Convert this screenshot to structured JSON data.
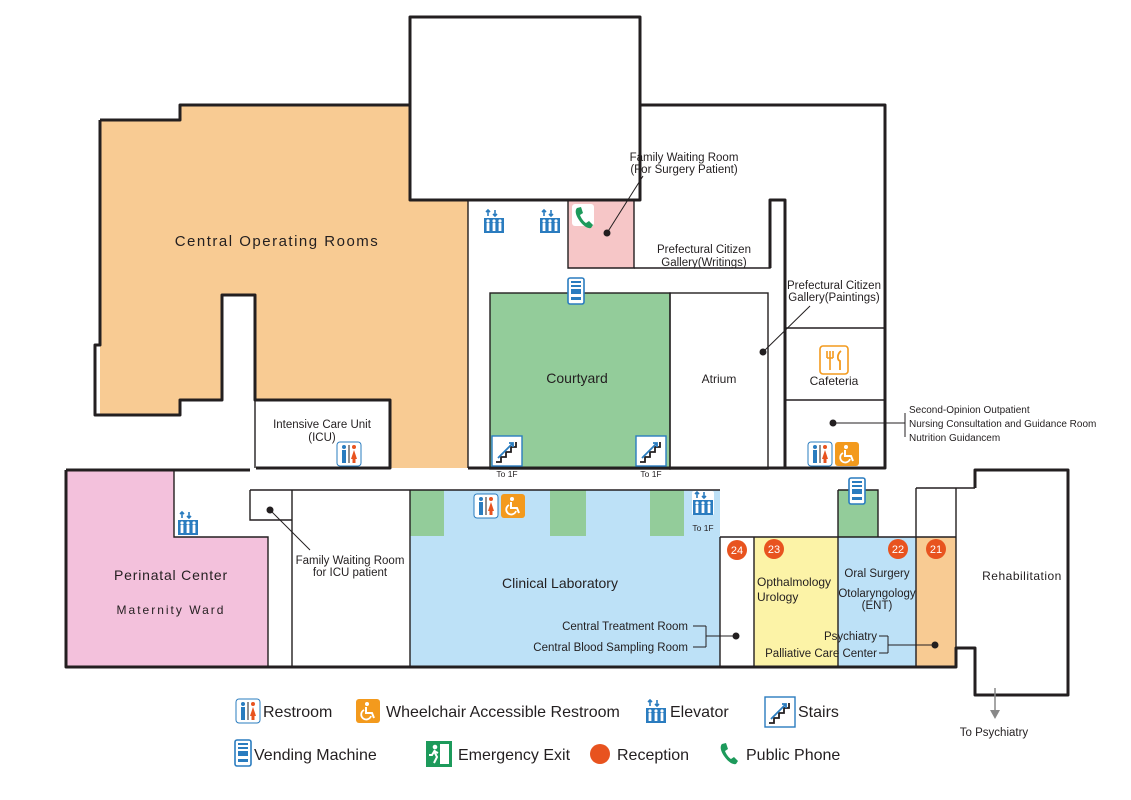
{
  "map": {
    "rooms": {
      "central_operating_rooms": "Central Operating Rooms",
      "family_waiting_surgery_line1": "Family Waiting Room",
      "family_waiting_surgery_line2": "(For Surgery Patient)",
      "gallery_writings_line1": "Prefectural Citizen",
      "gallery_writings_line2": "Gallery(Writings)",
      "gallery_paintings_line1": "Prefectural Citizen",
      "gallery_paintings_line2": "Gallery(Paintings)",
      "courtyard": "Courtyard",
      "atrium": "Atrium",
      "cafeteria": "Cafeteria",
      "second_opinion": "Second-Opinion Outpatient",
      "nursing_consultation": "Nursing Consultation and Guidance Room",
      "nutrition_guidance": "Nutrition Guidancem",
      "icu_line1": "Intensive Care Unit",
      "icu_line2": "(ICU)",
      "perinatal_center": "Perinatal Center",
      "maternity_ward": "Maternity Ward",
      "family_waiting_icu_line1": "Family Waiting Room",
      "family_waiting_icu_line2": "for ICU patient",
      "clinical_laboratory": "Clinical Laboratory",
      "central_treatment_room": "Central Treatment Room",
      "central_blood_sampling": "Central Blood Sampling Room",
      "opthalmology": "Opthalmology",
      "urology": "Urology",
      "oral_surgery": "Oral Surgery",
      "otolaryngology": "Otolaryngology",
      "ent": "(ENT)",
      "psychiatry": "Psychiatry",
      "palliative_care": "Palliative Care Center",
      "rehabilitation": "Rehabilitation",
      "to_psychiatry": "To Psychiatry"
    },
    "stairs_labels": [
      "To 1F",
      "To 1F"
    ],
    "elevator_label": "To 1F",
    "reception_numbers": [
      "24",
      "23",
      "22",
      "21"
    ],
    "colors": {
      "operating": "#f8cb93",
      "perinatal": "#f3c1dc",
      "courtyard": "#93cc9a",
      "laboratory": "#bde1f7",
      "opthalmology": "#fcf3a7",
      "orange_room": "#f8cb93",
      "surgery_waiting": "#f6c6c7",
      "icon_blue": "#2a7cbf",
      "icon_orange": "#f39a1d",
      "reception": "#e8531f",
      "phone_green": "#1d9a5b",
      "outline": "#231f20"
    }
  },
  "legend": {
    "restroom": "Restroom",
    "wheelchair_restroom": "Wheelchair Accessible Restroom",
    "elevator": "Elevator",
    "stairs": "Stairs",
    "vending_machine": "Vending Machine",
    "emergency_exit": "Emergency Exit",
    "reception": "Reception",
    "public_phone": "Public Phone"
  }
}
